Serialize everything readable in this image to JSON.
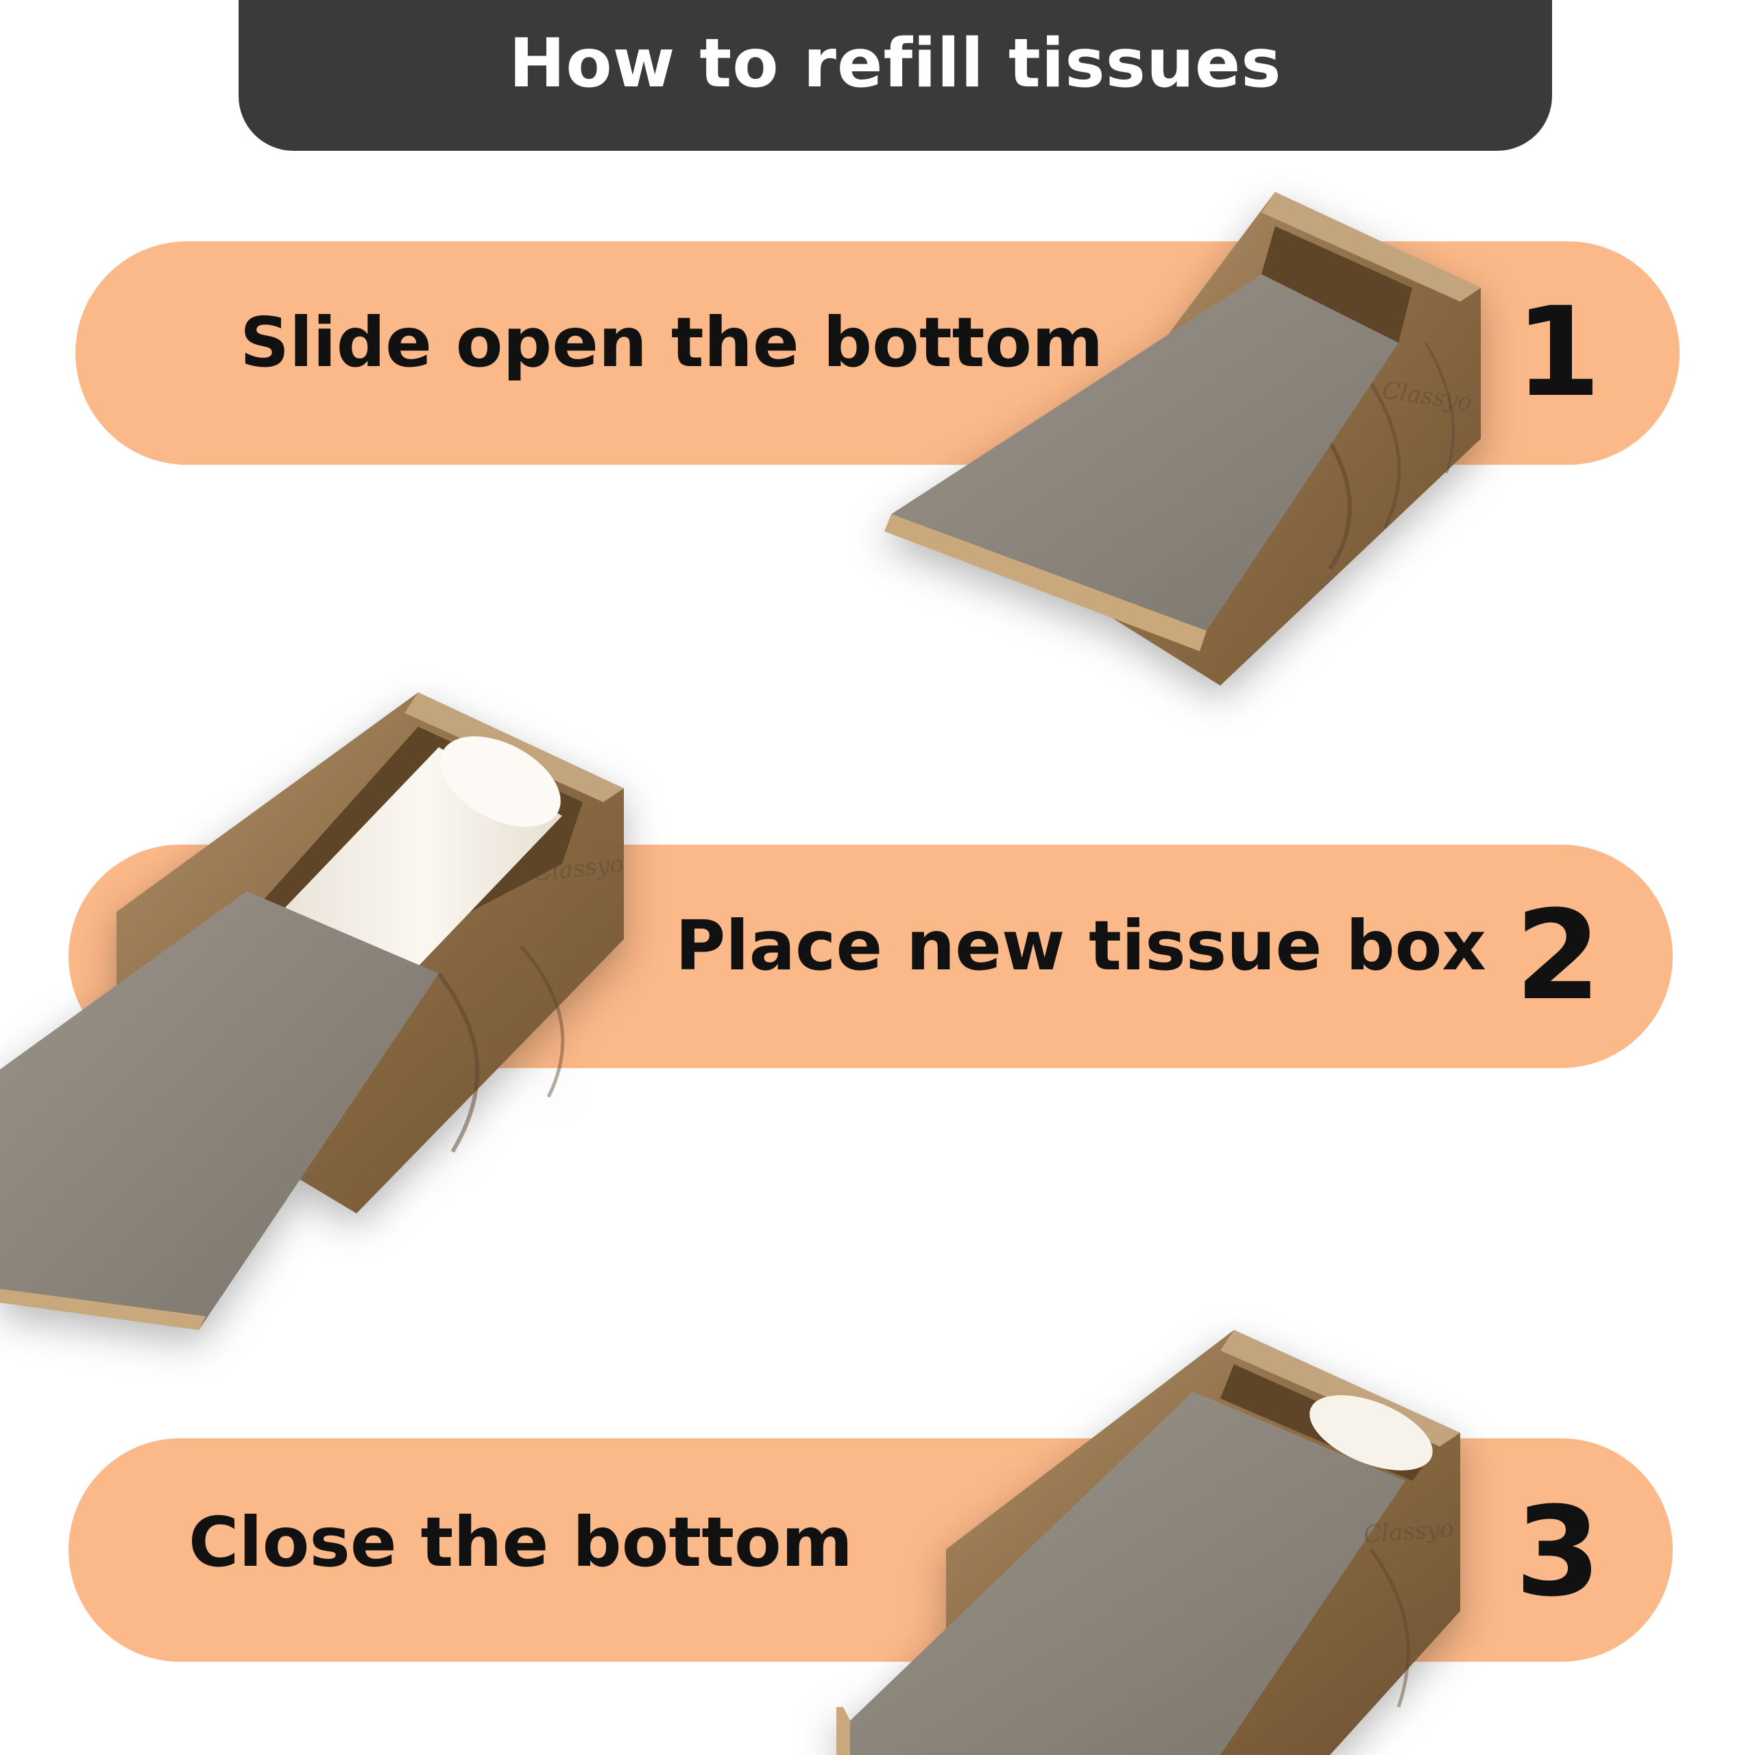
{
  "header": {
    "title": "How to refill tissues"
  },
  "steps": [
    {
      "label": "Slide open the bottom",
      "number": "1"
    },
    {
      "label": "Place new tissue box",
      "number": "2"
    },
    {
      "label": "Close the bottom",
      "number": "3"
    }
  ],
  "brand_watermark": "Classyo",
  "colors": {
    "header_bg": "#3a3a3a",
    "pill": "#fbb888",
    "wood": "#8a6a43",
    "felt": "#8c857c",
    "tissue": "#f6f1e8"
  }
}
